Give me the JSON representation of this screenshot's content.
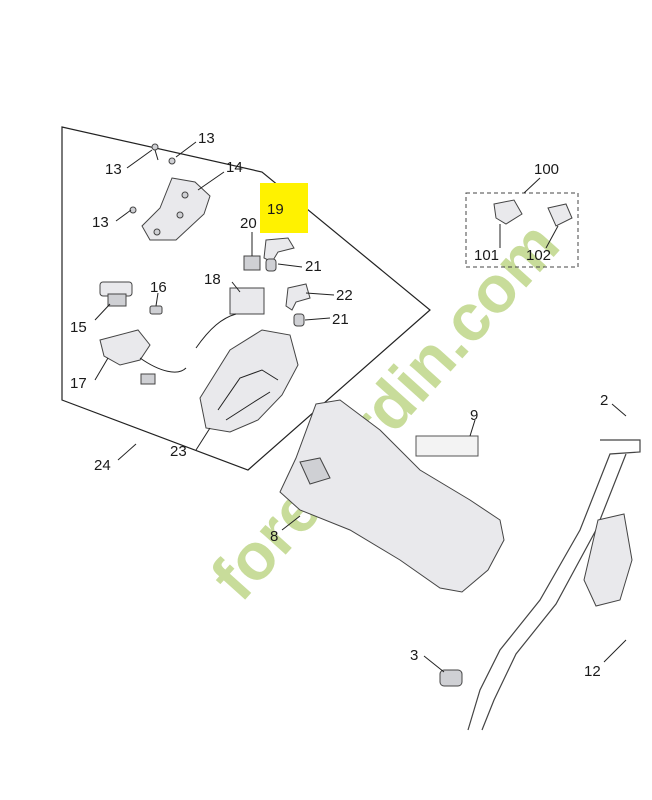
{
  "watermark": {
    "text": "foretjardin.com",
    "color": "#c8dc9a",
    "color_tail": "#d8d0c8"
  },
  "highlight": {
    "color": "#fff200",
    "label": "19"
  },
  "callouts": {
    "c13a": "13",
    "c13b": "13",
    "c13c": "13",
    "c14": "14",
    "c20": "20",
    "c21a": "21",
    "c18": "18",
    "c16": "16",
    "c22": "22",
    "c21b": "21",
    "c15": "15",
    "c17": "17",
    "c23": "23",
    "c24": "24",
    "c9": "9",
    "c100": "100",
    "c101": "101",
    "c102": "102",
    "c2": "2",
    "c8": "8",
    "c3": "3",
    "c12": "12"
  }
}
